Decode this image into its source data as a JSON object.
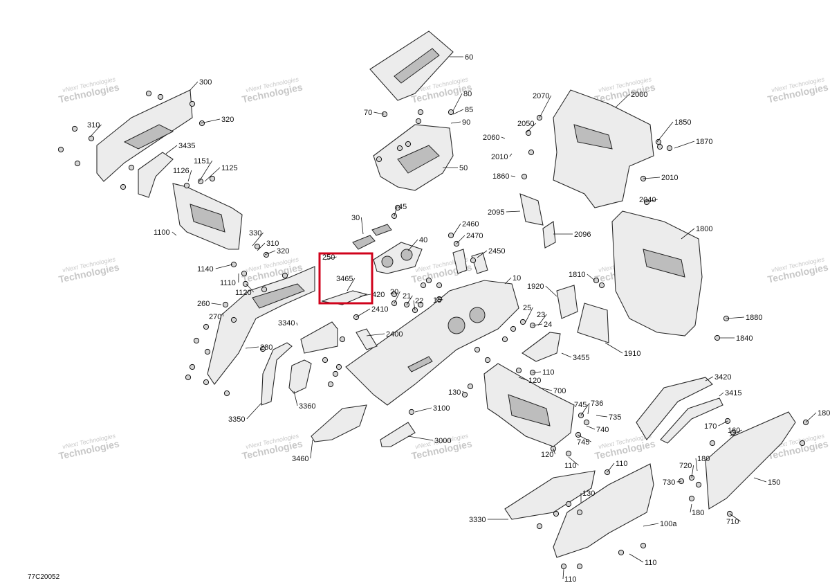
{
  "diagram_code": "77C20052",
  "watermark": {
    "line1": "vNext",
    "line2": "Technologies"
  },
  "highlight": {
    "label": "3465"
  },
  "callouts": [
    "60",
    "80",
    "85",
    "90",
    "70",
    "50",
    "300",
    "310",
    "320",
    "3435",
    "1126",
    "1151",
    "1125",
    "1100",
    "330",
    "310",
    "320",
    "1140",
    "1110",
    "1120",
    "30",
    "45",
    "40",
    "250",
    "3465",
    "420",
    "2460",
    "2470",
    "2450",
    "2070",
    "2000",
    "2050",
    "2060",
    "2010",
    "1850",
    "1870",
    "1860",
    "2010",
    "2040",
    "2095",
    "2096",
    "1800",
    "10",
    "20",
    "21",
    "22",
    "15",
    "2410",
    "2400",
    "260",
    "270",
    "3340",
    "280",
    "25",
    "23",
    "24",
    "1920",
    "1810",
    "1880",
    "1840",
    "1910",
    "3455",
    "110",
    "120",
    "700",
    "130",
    "3420",
    "3415",
    "3350",
    "3360",
    "3100",
    "3460",
    "3000",
    "745",
    "736",
    "735",
    "740",
    "745",
    "120",
    "110",
    "170",
    "160",
    "180",
    "180",
    "720",
    "730",
    "150",
    "180",
    "710",
    "110",
    "130",
    "3330",
    "100a",
    "110",
    "110"
  ]
}
